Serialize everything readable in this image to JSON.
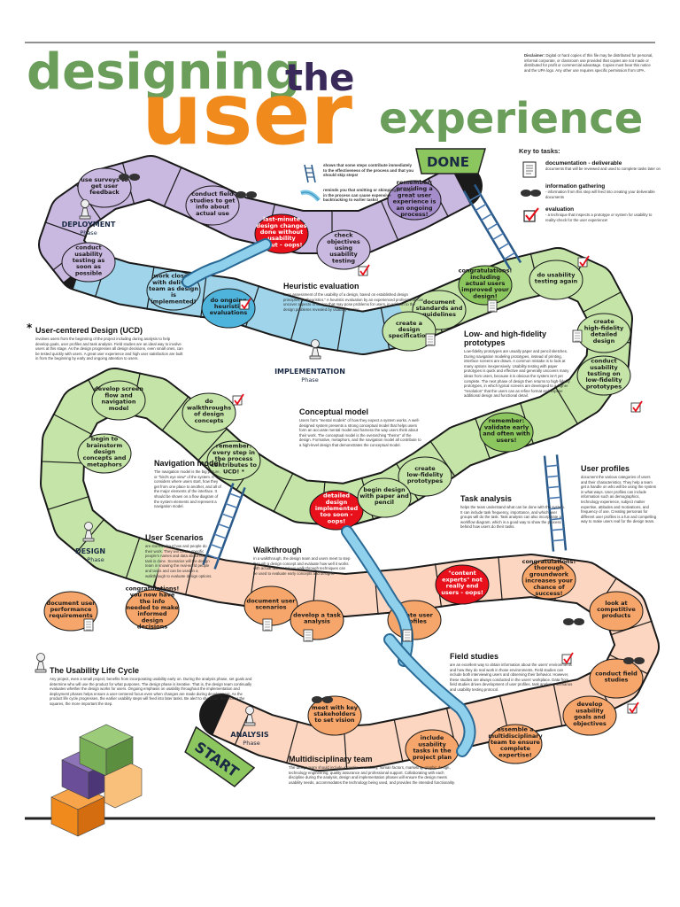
{
  "title": {
    "word1": "designing",
    "word2": "the",
    "word3": "user",
    "word4": "experience"
  },
  "disclaimer": {
    "label": "Disclaimer:",
    "text": "Digital or hard copies of this file may be distributed for personal, informal corporate, or classroom use provided that copies are not made or distributed for profit or commercial advantage. Copies must bear this notice and the UPA logo. Any other use requires specific permission from UPA."
  },
  "key": {
    "title": "Key to tasks:",
    "items": [
      {
        "icon": "document-icon",
        "label": "documentation - deliverable",
        "desc": "documents that will be reviewed and used to complete tasks later on"
      },
      {
        "icon": "glasses-icon",
        "label": "information gathering",
        "desc": "- information from this step will feed into creating your deliverable documents"
      },
      {
        "icon": "checkbox-icon",
        "label": "evaluation",
        "desc": "- a technique that inspects a prototype or system for usability to reality-check for the user experience!"
      }
    ]
  },
  "legend": {
    "ladder": "shows that some steps contribute immediately to the effectiveness of the process and that you should skip steps!",
    "slide": "reminds you that omitting or skimping on steps in the process can cause expensive backtracking to earlier tasks!"
  },
  "phases": {
    "deployment": {
      "name": "DEPLOYMENT",
      "sub": "Phase"
    },
    "implementation": {
      "name": "IMPLEMENTATION",
      "sub": "Phase"
    },
    "design": {
      "name": "DESIGN",
      "sub": "Phase"
    },
    "analysis": {
      "name": "ANALYSIS",
      "sub": "Phase"
    },
    "start": "START",
    "done": "DONE"
  },
  "squares": [
    {
      "id": "done-msg",
      "text": "remember: providing a great user experience is an ongoing process!"
    },
    {
      "id": "surveys",
      "text": "use surveys to get user feedback"
    },
    {
      "id": "field-studies-top",
      "text": "conduct field studies to get info about actual use"
    },
    {
      "id": "last-minute",
      "text": "last-minute design changes done without usability input - oops!"
    },
    {
      "id": "check-objectives",
      "text": "check objectives using usability testing"
    },
    {
      "id": "usability-assess",
      "text": "conduct usability testing as soon as possible"
    },
    {
      "id": "work-closely",
      "text": "work closely with delivery team as design is implemented!"
    },
    {
      "id": "ongoing-heuristic",
      "text": "do ongoing heuristic evaluations"
    },
    {
      "id": "congrats-improved",
      "text": "congratulations! including actual users improved your design!"
    },
    {
      "id": "do-testing-again",
      "text": "do usability testing again"
    },
    {
      "id": "document-standards",
      "text": "document standards and guidelines"
    },
    {
      "id": "design-spec",
      "text": "create a design specification"
    },
    {
      "id": "high-fi",
      "text": "create high-fidelity detailed design"
    },
    {
      "id": "low-fi-test",
      "text": "conduct usability testing on low-fidelity prototypes"
    },
    {
      "id": "screen-flow",
      "text": "develop screen flow and navigation model"
    },
    {
      "id": "walkthroughs",
      "text": "do walkthroughs of design concepts"
    },
    {
      "id": "brainstorm",
      "text": "begin to brainstorm design concepts and metaphors"
    },
    {
      "id": "remember-ucd",
      "text": "remember: every step in the process contributes to UCD! *"
    },
    {
      "id": "validate",
      "text": "remember: validate early and often with users!"
    },
    {
      "id": "low-fi",
      "text": "create low-fidelity prototypes"
    },
    {
      "id": "detailed-too-soon",
      "text": "detailed design implemented too soon - oops!"
    },
    {
      "id": "paper-pencil",
      "text": "begin design with paper and pencil"
    },
    {
      "id": "doc-requirements",
      "text": "document user performance requirements"
    },
    {
      "id": "congrats-info",
      "text": "congratulations! you now have the info needed to make informed design decisions"
    },
    {
      "id": "doc-scenarios",
      "text": "document user scenarios"
    },
    {
      "id": "task-analysis",
      "text": "develop a task analysis"
    },
    {
      "id": "user-profiles",
      "text": "create user profiles"
    },
    {
      "id": "content-experts",
      "text": "\"content experts\" not really end users - oops!"
    },
    {
      "id": "groundwork",
      "text": "congratulations! thorough groundwork increases your chance of success!"
    },
    {
      "id": "competitive",
      "text": "look at competitive products"
    },
    {
      "id": "field-studies-bottom",
      "text": "conduct field studies"
    },
    {
      "id": "usability-goals",
      "text": "develop usability goals and objectives"
    },
    {
      "id": "stakeholders",
      "text": "meet with key stakeholders to set vision"
    },
    {
      "id": "project-plan",
      "text": "include usability tasks in the project plan"
    },
    {
      "id": "multidisciplinary",
      "text": "assemble a multidisciplinary team to ensure complete expertise!"
    }
  ],
  "blocks": [
    {
      "id": "ucd",
      "title": "User-centered Design (UCD)",
      "text": "involves users from the beginning of the project including during analysis to help develop goals, user profiles and task analysis. Field studies are an ideal way to involve users at this stage. As the design progresses all design decisions, even small ones, can be tested quickly with users. A great user experience and high user satisfaction are built in from the beginning by early and ongoing attention to users."
    },
    {
      "id": "heuristic",
      "title": "Heuristic evaluation",
      "text": "is an assessment of the usability of a design, based on established design principles, or \"heuristics.\" A heuristic evaluation by an experienced professional can uncover aspects of design that may pose problems for users, in addition to the design problems revealed by usability testing."
    },
    {
      "id": "prototypes",
      "title": "Low- and high-fidelity prototypes",
      "text": "Low-fidelity prototypes are usually paper and pencil sketches. During navigation modeling prototypes, instead of printing, interface screens are drawn. A common mistake is to look at many options inexpensively. Usability testing with paper prototypes is quick and effective and generally uncovers many ideas from users, because it is obvious the system isn't yet complete. The next phase of design then returns to high-fidelity prototypes, in which typical screens are developed to a higher \"resolution\" that the users can as refine format and expose additional design and functional detail."
    },
    {
      "id": "conceptual",
      "title": "Conceptual model",
      "text": "Users form \"mental models\" of how they expect a system works. A well-designed system presents a strong conceptual model that helps users form an accurate mental model and harness the way users think about their work. The conceptual model is the overarching \"theme\" of the design. Formative, metaphors, and the navigation model all contribute to a high-level design that demonstrates the conceptual model."
    },
    {
      "id": "navigation",
      "title": "Navigation model",
      "text": "The navigation model is the big picture, or \"bird's eye view\" of the system. It considers where users start, how they get from one place to another, and all of the major elements of the interface. It should be shown on a flow diagram of the system elements and represent a navigation model."
    },
    {
      "id": "profiles",
      "title": "User profiles",
      "text": "document the various categories of users and their characteristics. They help a team get a handle on who will be using the system in what ways. User profiles can include information such as demographics, technology experience, subject matter expertise, attitudes and motivations, and frequency of use. Creating personas for different user profiles is a fun and compelling way to make users real for the design team."
    },
    {
      "id": "task",
      "title": "Task analysis",
      "text": "helps the team understand what can be done with the system. It can include task frequency, importance, and which user groups will do the task. Task analysis can also incorporate a workflow diagram, which is a good way to show the process behind how users do their tasks."
    },
    {
      "id": "scenarios",
      "title": "User Scenarios",
      "text": "are stories about how and people do their work. They will create specific people's names and data about how a task is done. Scenarios will the design team in knowing the real-world people and tasks and can be used in a walkthrough to evaluate design options."
    },
    {
      "id": "walkthrough",
      "title": "Walkthrough",
      "text": "In a walkthrough, the design team and users meet to step through a design concept and evaluate how well it works with actual tasks. Various walk-through techniques can be used to evaluate early concepts and designs."
    },
    {
      "id": "lifecycle",
      "title": "The Usability Life Cycle",
      "text": "Any project, even a small project, benefits from incorporating usability early on. During the analysis phase, set goals and determine who will use the product for what purposes. The design phase is iterative. That is, the design team continually evaluates whether the design works for users. Ongoing emphasis on usability throughout the implementation and deployment phases helps ensure a user-centered focus even when changes are made during development. As the product life cycle progresses, the earlier usability steps will feed into later tasks. Be alert to shortcuts: the shorter the squares, the more important the step."
    },
    {
      "id": "field",
      "title": "Field studies",
      "text": "are an excellent way to obtain information about the users' environments and how they do real work in those environments. Field studies can include both interviewing users and observing their behavior. However, these studies are always conducted in the users' workplace. Data from field studies drives development of user profiles, task analysis, scenarios and usability testing protocol."
    },
    {
      "id": "team",
      "title": "Multidisciplinary team",
      "text": "The design team should include expertise in usability, human factors, marketing, graphic design, technology engineering, quality assurance and professional support. Collaborating with each discipline during the analysis, design and implementation phases will ensure the design meets usability needs, accommodates the technology being used, and provides the intended functionality."
    }
  ],
  "colors": {
    "purple": "#c9b8df",
    "purpleDark": "#a58ccb",
    "blue": "#9fd4ea",
    "blueDark": "#4fb4dc",
    "green": "#c5e5a8",
    "greenDark": "#8cc65e",
    "orange": "#f6a66a",
    "orangeDark": "#f07b2b",
    "peach": "#fcd6c0",
    "red": "#e8101b"
  }
}
